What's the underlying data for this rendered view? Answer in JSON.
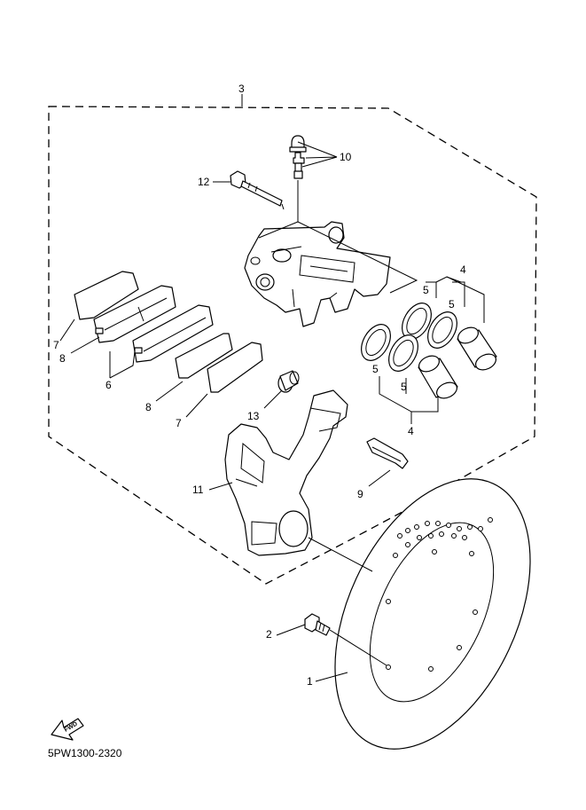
{
  "callouts": {
    "c1": "1",
    "c2": "2",
    "c3": "3",
    "c4a": "4",
    "c4b": "4",
    "c5a": "5",
    "c5b": "5",
    "c5c": "5",
    "c5d": "5",
    "c6": "6",
    "c7a": "7",
    "c7b": "7",
    "c8a": "8",
    "c8b": "8",
    "c9": "9",
    "c10": "10",
    "c11": "11",
    "c12": "12",
    "c13": "13"
  },
  "fwd_badge": "FWD",
  "diagram_code": "5PW1300-2320"
}
